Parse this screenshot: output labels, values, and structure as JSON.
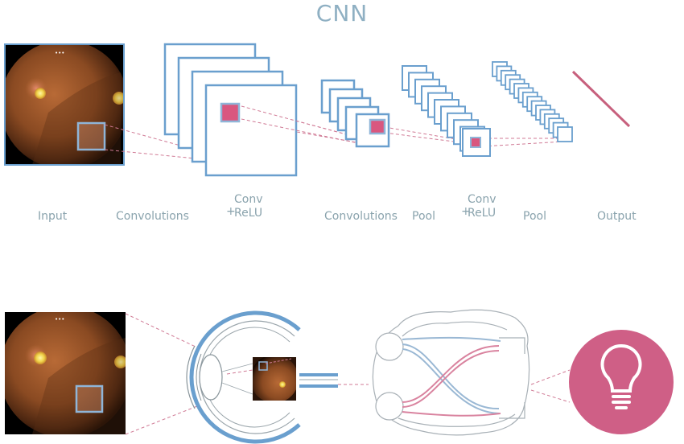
{
  "title": "CNN",
  "labels": {
    "input": "Input",
    "convolutions_1": "Convolutions",
    "conv_relu_1_plus": "+",
    "conv_relu_1_line1": "Conv",
    "conv_relu_1_line2": "ReLU",
    "convolutions_2": "Convolutions",
    "pool_1": "Pool",
    "conv_relu_2_plus": "+",
    "conv_relu_2_line1": "Conv",
    "conv_relu_2_line2": "ReLU",
    "pool_2": "Pool",
    "output": "Output"
  },
  "colors": {
    "box_blue": "#6a9fce",
    "highlight_pink": "#d9577f",
    "dash_pink": "#d07a95",
    "bulb_bg": "#cf5f86",
    "brain_line": "#a8b0b6"
  }
}
